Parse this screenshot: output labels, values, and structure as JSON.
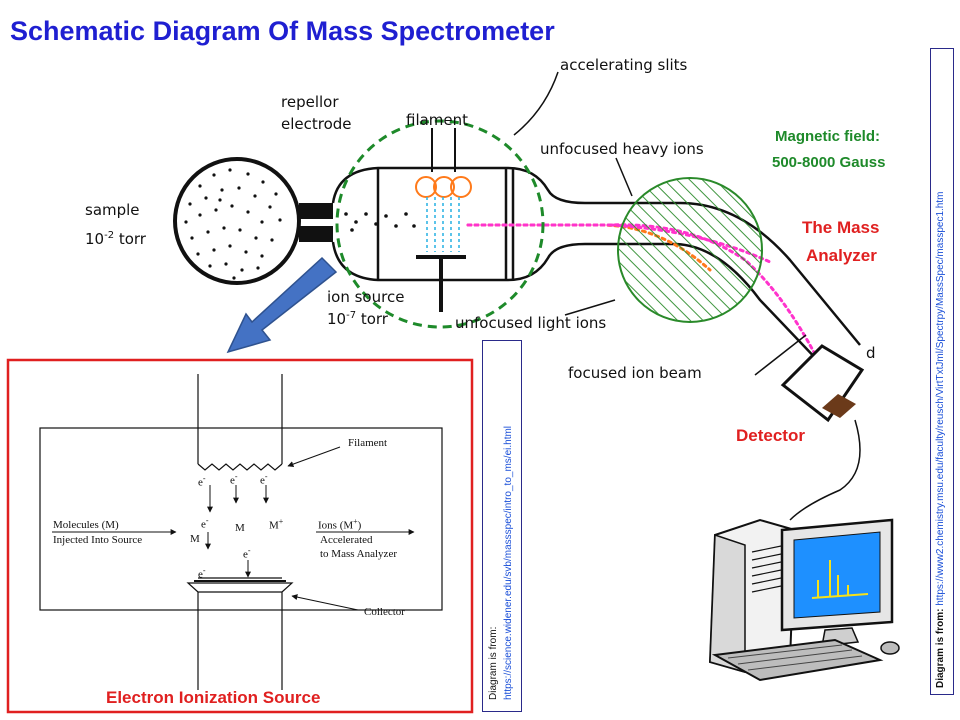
{
  "title": "Schematic Diagram Of Mass Spectrometer",
  "labels": {
    "accelerating_slits": "accelerating slits",
    "repellor_electrode_1": "repellor",
    "repellor_electrode_2": "electrode",
    "filament": "filament",
    "unfocused_heavy_ions": "unfocused heavy ions",
    "sample_1": "sample",
    "sample_2": "10",
    "sample_2_exp": "-2",
    "sample_2_unit": " torr",
    "ion_source_1": "ion source",
    "ion_source_2": "10",
    "ion_source_2_exp": "-7",
    "ion_source_2_unit": " torr",
    "unfocused_light_ions": "unfocused light ions",
    "focused_ion_beam": "focused ion beam",
    "detector_partial": "d"
  },
  "callouts": {
    "magnetic_field_1": "Magnetic field:",
    "magnetic_field_2": "500-8000 Gauss",
    "mass_analyzer_1": "The Mass",
    "mass_analyzer_2": "Analyzer",
    "detector": "Detector",
    "electron_ionization_source": "Electron Ionization Source"
  },
  "inset": {
    "filament": "Filament",
    "molecules_1": "Molecules (M)",
    "molecules_2": "Injected Into Source",
    "ions_1": "Ions (M",
    "ions_1_sup": "+",
    "ions_1_end": ")",
    "ions_2": "Accelerated",
    "ions_3": "to Mass Analyzer",
    "collector": "Collector",
    "e": "e",
    "e_sup": "-",
    "m": "M",
    "m_sup": "+"
  },
  "sources": {
    "left_prefix": "Diagram is from:",
    "left_url": "https://science.widener.edu/svb/massspec/intro_to_ms/ei.html",
    "right_prefix": "Diagram is from: ",
    "right_url": "https://www2.chemistry.msu.edu/faculty/reusch/VirtTxtJml/Spectrpy/MassSpec/masspec1.htm"
  },
  "colors": {
    "title": "#1f1fd1",
    "callout_red": "#e02020",
    "callout_green": "#1e8a2a",
    "heavy_ions": "#ff7a1a",
    "ion_beam": "#ff33cc",
    "electrons": "#33b5e5",
    "arrow": "#4472c4",
    "inset_border": "#e02020"
  }
}
